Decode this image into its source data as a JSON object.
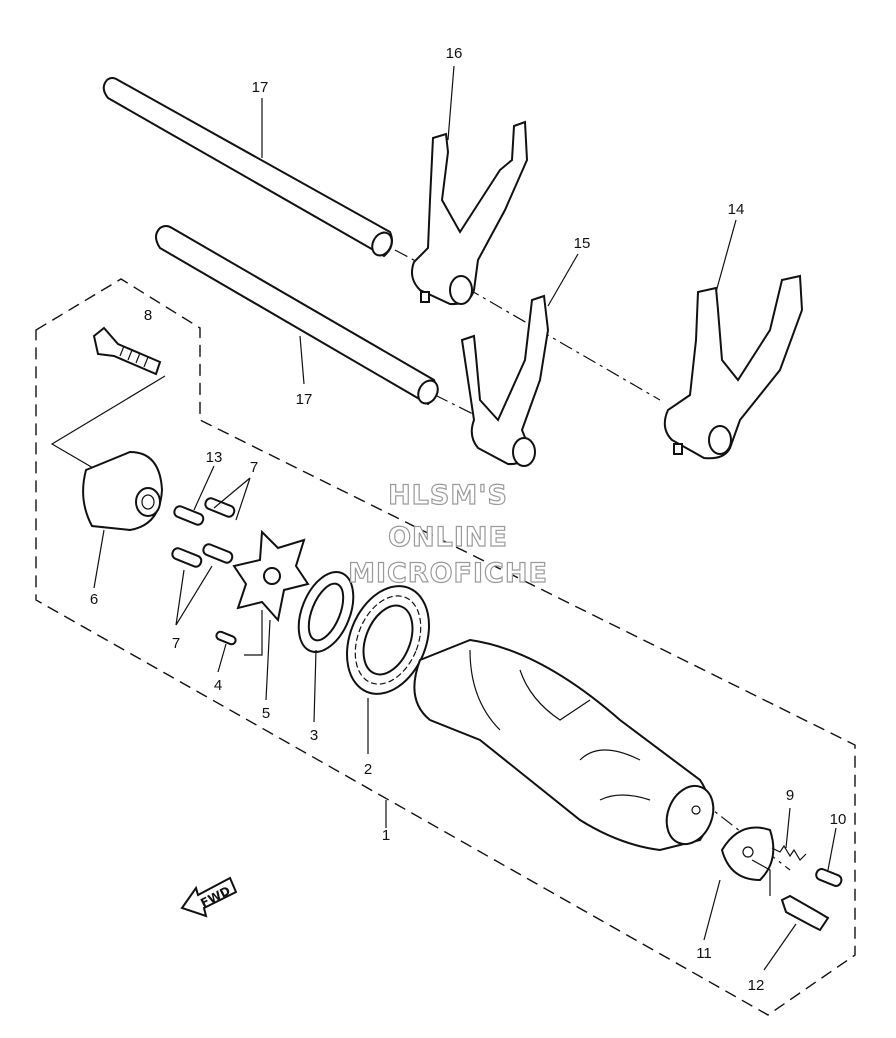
{
  "diagram": {
    "parts": [
      {
        "id": "p17a",
        "ref": "17",
        "icon": "shift-fork-guide-bar"
      },
      {
        "id": "p17b",
        "ref": "17",
        "icon": "shift-fork-guide-bar"
      },
      {
        "id": "p16",
        "ref": "16",
        "icon": "shift-fork"
      },
      {
        "id": "p15",
        "ref": "15",
        "icon": "shift-fork"
      },
      {
        "id": "p14",
        "ref": "14",
        "icon": "shift-fork"
      },
      {
        "id": "p13",
        "ref": "13",
        "icon": "pin"
      },
      {
        "id": "p7a",
        "ref": "7",
        "icon": "pin"
      },
      {
        "id": "p7b",
        "ref": "7",
        "icon": "pin"
      },
      {
        "id": "p8",
        "ref": "8",
        "icon": "screw"
      },
      {
        "id": "p6",
        "ref": "6",
        "icon": "segment"
      },
      {
        "id": "p4",
        "ref": "4",
        "icon": "pin"
      },
      {
        "id": "p5",
        "ref": "5",
        "icon": "stopper-plate"
      },
      {
        "id": "p3",
        "ref": "3",
        "icon": "washer"
      },
      {
        "id": "p2",
        "ref": "2",
        "icon": "bearing"
      },
      {
        "id": "p1",
        "ref": "1",
        "icon": "shift-cam-assembly"
      },
      {
        "id": "p9",
        "ref": "9",
        "icon": "spring"
      },
      {
        "id": "p10",
        "ref": "10",
        "icon": "pin"
      },
      {
        "id": "p11",
        "ref": "11",
        "icon": "plate"
      },
      {
        "id": "p12",
        "ref": "12",
        "icon": "screw"
      }
    ],
    "watermark": [
      "HLSM'S",
      "ONLINE",
      "MICROFICHE"
    ],
    "direction_label": "FWD"
  }
}
